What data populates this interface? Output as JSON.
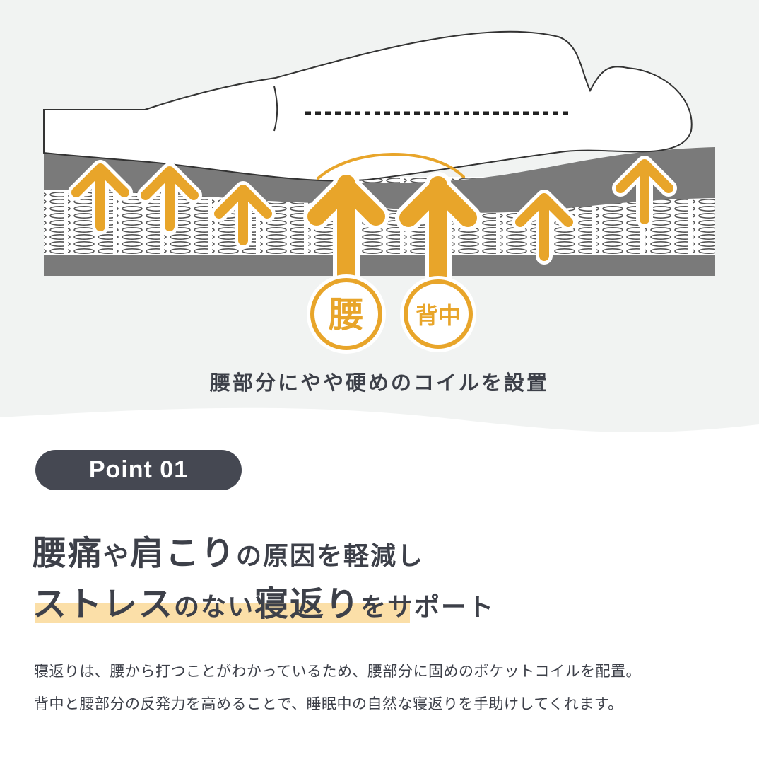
{
  "illustration": {
    "label_waist": "腰",
    "label_back": "背中"
  },
  "caption": "腰部分にやや硬めのコイルを設置",
  "badge": "Point 01",
  "heading": {
    "line1": [
      {
        "text": "腰痛",
        "size": "big"
      },
      {
        "text": "や",
        "size": "small"
      },
      {
        "text": "肩こり",
        "size": "big"
      },
      {
        "text": "の原因を軽減し",
        "size": "small"
      }
    ],
    "line2": [
      {
        "text": "ストレス",
        "size": "big"
      },
      {
        "text": "のない",
        "size": "small"
      },
      {
        "text": "寝返り",
        "size": "big"
      },
      {
        "text": "をサポート",
        "size": "small"
      }
    ]
  },
  "body": {
    "line1": "寝返りは、腰から打つことがわかっているため、腰部分に固めのポケットコイルを配置。",
    "line2": "背中と腰部分の反発力を高めることで、睡眠中の自然な寝返りを手助けしてくれます。"
  },
  "colors": {
    "accent": "#e8a52a",
    "dark": "#454852",
    "highlight": "#fbdfa8",
    "top_background": "#f1f3f2"
  }
}
